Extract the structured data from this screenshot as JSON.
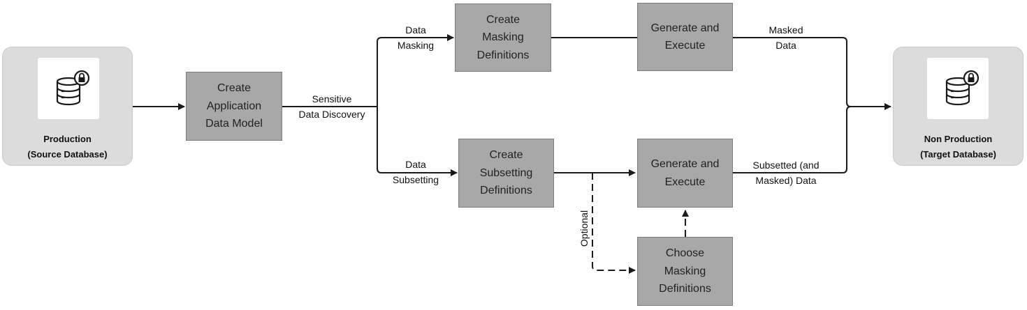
{
  "source_db": {
    "title_line1": "Production",
    "title_line2": "(Source Database)",
    "icon": "database-lock-icon"
  },
  "target_db": {
    "title_line1": "Non Production",
    "title_line2": "(Target Database)",
    "icon": "database-lock-icon"
  },
  "processes": {
    "app_model": [
      "Create",
      "Application",
      "Data Model"
    ],
    "masking_defs": [
      "Create",
      "Masking",
      "Definitions"
    ],
    "gen_exec_top": [
      "Generate and",
      "Execute"
    ],
    "subsetting_defs": [
      "Create",
      "Subsetting",
      "Definitions"
    ],
    "gen_exec_bottom": [
      "Generate and",
      "Execute"
    ],
    "choose_masking": [
      "Choose",
      "Masking",
      "Definitions"
    ]
  },
  "edge_labels": {
    "sensitive_discovery": [
      "Sensitive",
      "Data Discovery"
    ],
    "data_masking": [
      "Data",
      "Masking"
    ],
    "data_subsetting": [
      "Data",
      "Subsetting"
    ],
    "masked_data": [
      "Masked",
      "Data"
    ],
    "subsetted_data": [
      "Subsetted (and",
      "Masked) Data"
    ],
    "optional": "Optional"
  },
  "colors": {
    "panel_bg": "#dcdcdc",
    "box_fill": "#a8a8a8",
    "box_border": "#7c7c7c",
    "line": "#1a1a1a"
  }
}
